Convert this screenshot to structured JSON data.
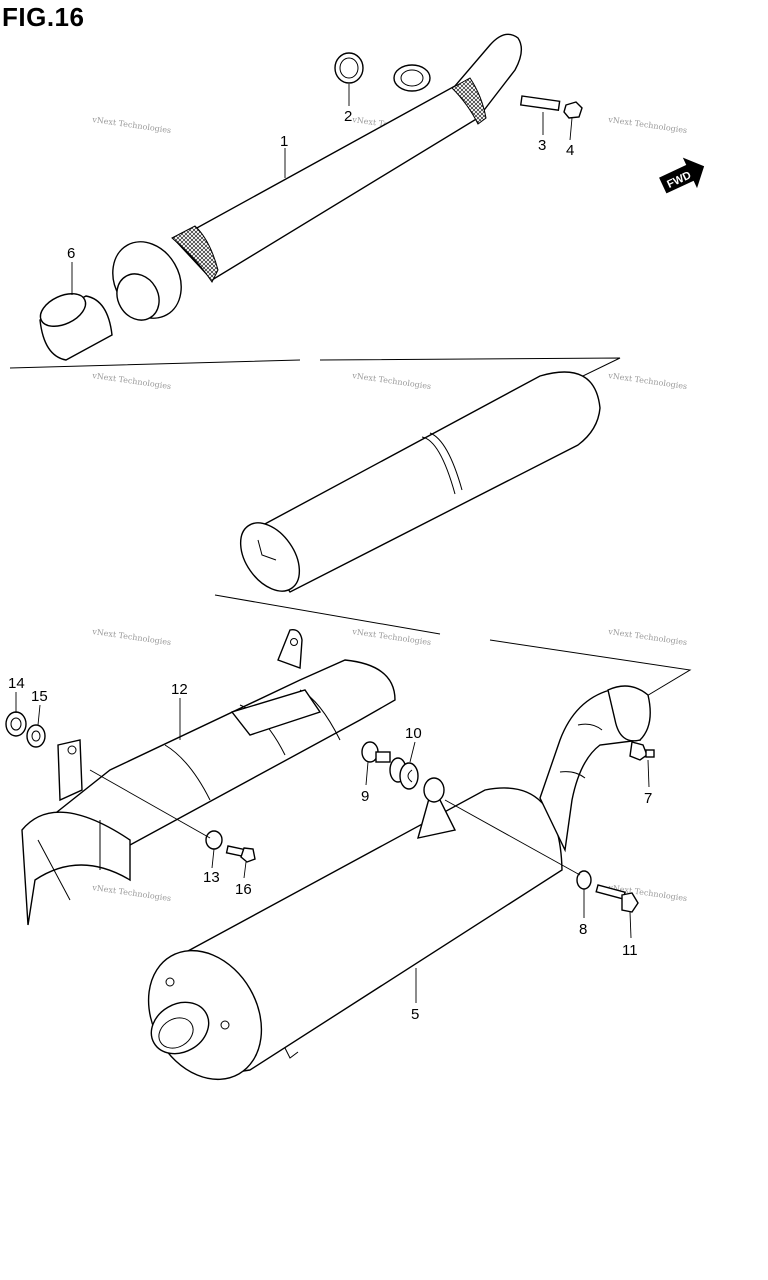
{
  "figure": {
    "title": "FIG.16"
  },
  "fwd_badge": {
    "label": "FWD"
  },
  "watermark": {
    "text": "vNext Technologies"
  },
  "callouts": [
    "1",
    "2",
    "3",
    "4",
    "5",
    "6",
    "7",
    "8",
    "9",
    "10",
    "11",
    "12",
    "13",
    "14",
    "15",
    "16"
  ],
  "colors": {
    "line": "#000000",
    "background": "#ffffff",
    "watermark": "#9a9a9a"
  }
}
